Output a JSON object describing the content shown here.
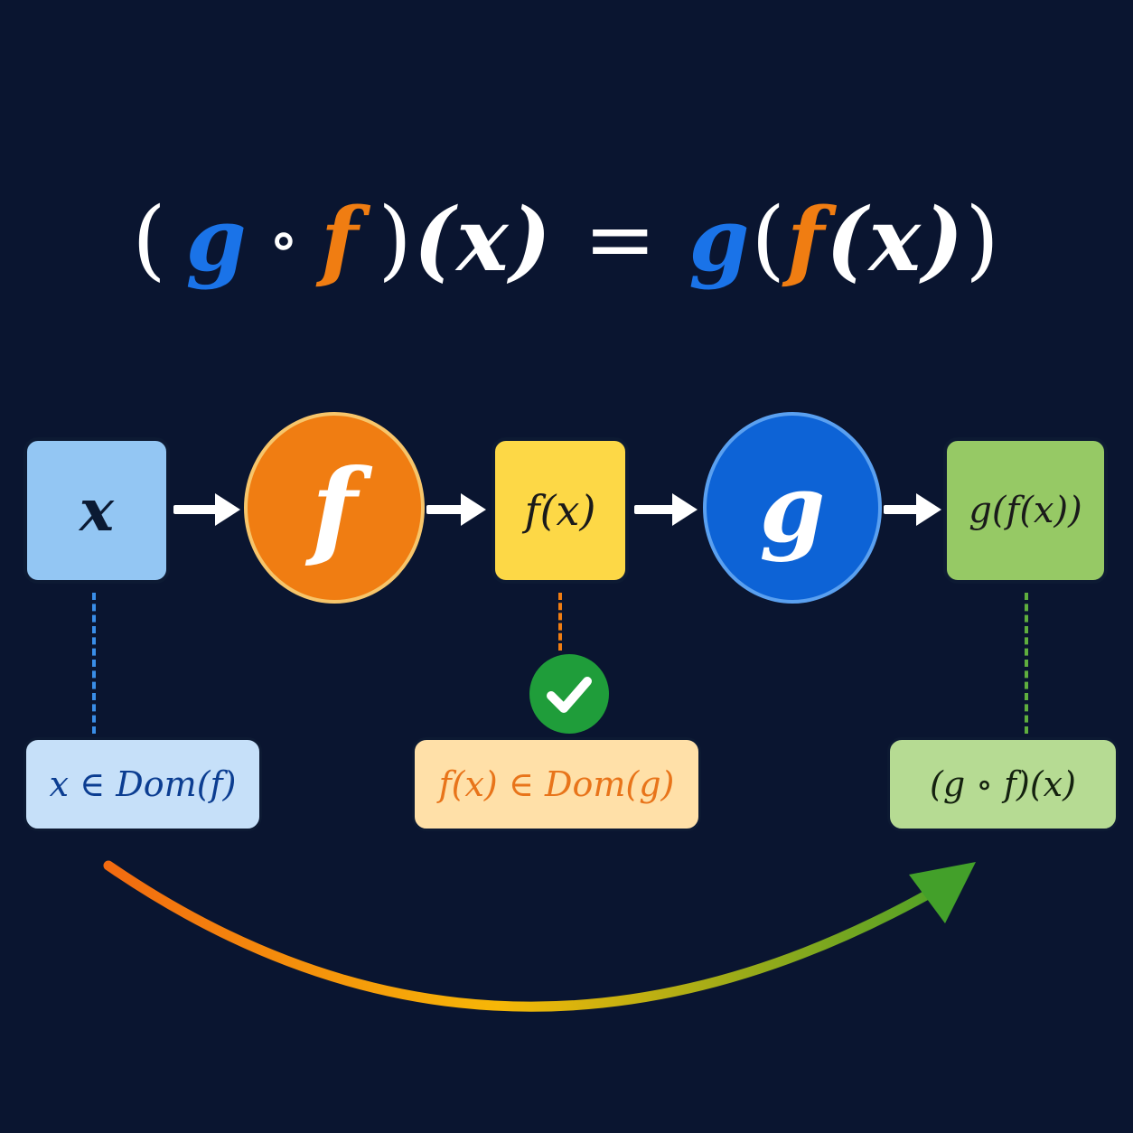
{
  "formula": {
    "open1": "(",
    "g1": "g",
    "compose": "∘",
    "f1": "f",
    "close1": ")",
    "x_arg": "(x)",
    "equals": "=",
    "g2": "g",
    "open2": "(",
    "f2": "f",
    "x_inner": "(x)",
    "close2": ")"
  },
  "pipeline": {
    "input": "x",
    "function_f": "f",
    "intermediate": "f(x)",
    "function_g": "g",
    "output": "g(f(x))"
  },
  "domains": {
    "input_domain": "x ∈ Dom(f)",
    "intermediate_domain": "f(x) ∈ Dom(g)",
    "composition": "(g ∘ f)(x)"
  },
  "colors": {
    "background": "#0a1530",
    "input_box": "#93c6f3",
    "f_circle": "#f07d12",
    "intermediate_box": "#fdd846",
    "g_circle": "#0d63d6",
    "output_box": "#96c965",
    "check": "#1f9d3a"
  },
  "icons": {
    "check": "check-circle-icon"
  }
}
